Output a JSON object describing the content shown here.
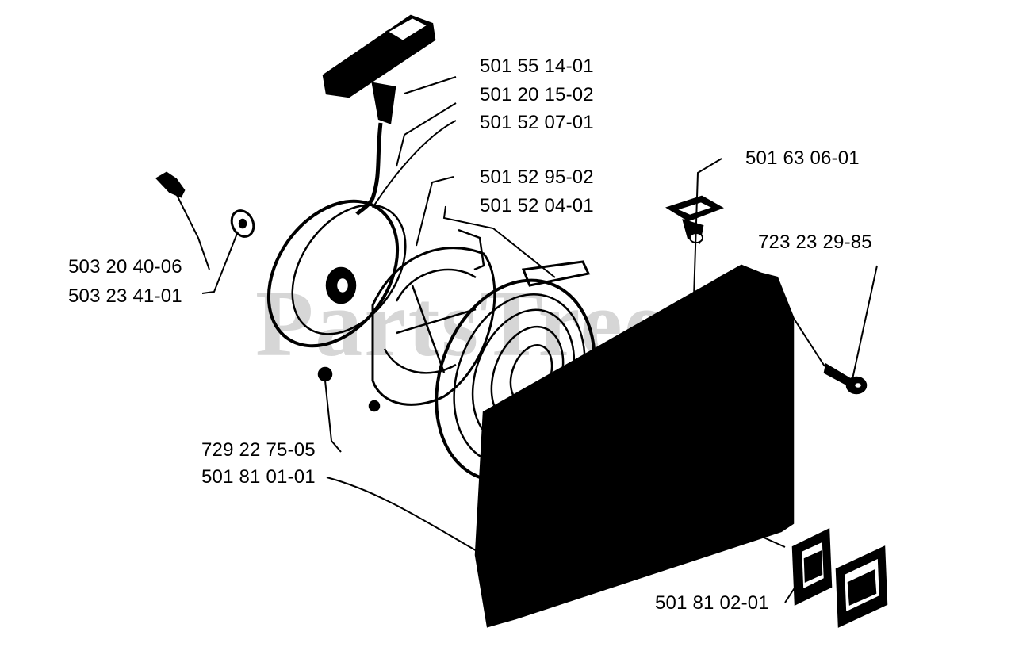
{
  "watermark": {
    "text": "PartsTree",
    "mark": "TM"
  },
  "parts": [
    {
      "id": "p1",
      "number": "501 55 14-01"
    },
    {
      "id": "p2",
      "number": "501 20 15-02"
    },
    {
      "id": "p3",
      "number": "501 52 07-01"
    },
    {
      "id": "p4",
      "number": "501 52 95-02"
    },
    {
      "id": "p5",
      "number": "501 52 04-01"
    },
    {
      "id": "p6",
      "number": "501 63 06-01"
    },
    {
      "id": "p7",
      "number": "723 23 29-85"
    },
    {
      "id": "p8",
      "number": "503 20 40-06"
    },
    {
      "id": "p9",
      "number": "503 23 41-01"
    },
    {
      "id": "p10",
      "number": "729 22 75-05"
    },
    {
      "id": "p11",
      "number": "501 81 01-01"
    },
    {
      "id": "p12",
      "number": "501 81 02-01"
    }
  ]
}
